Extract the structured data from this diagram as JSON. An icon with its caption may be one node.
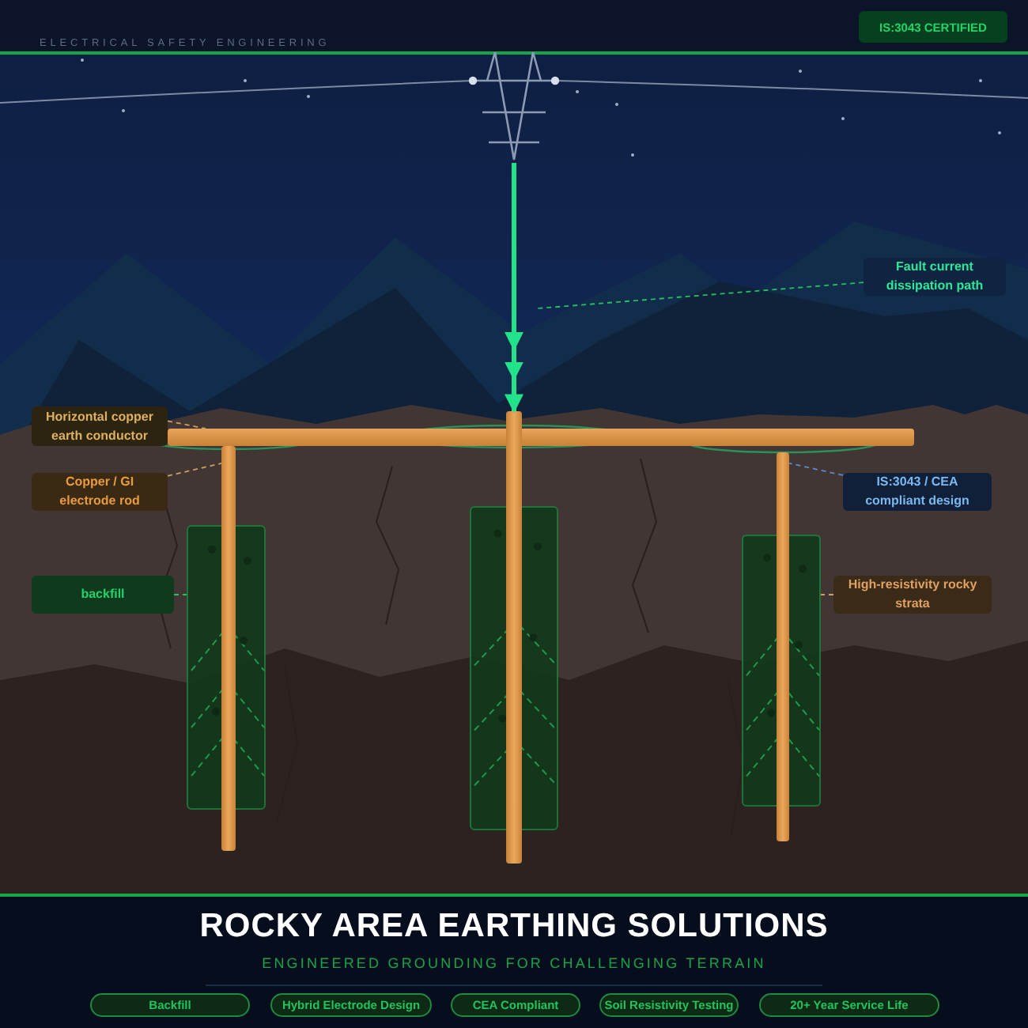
{
  "diagram": {
    "title": "ROCKY AREA EARTHING SOLUTIONS",
    "nodes": [
      {
        "text": [],
        "shape": "picture"
      },
      {
        "text": [],
        "shape": "bar"
      },
      {
        "text": [],
        "shape": "bar"
      },
      {
        "text": [],
        "shape": "bar"
      },
      {
        "text": [],
        "shape": "bar"
      },
      {
        "text": [],
        "shape": "box"
      },
      {
        "text": [],
        "shape": "box"
      },
      {
        "text": [],
        "shape": "box"
      },
      {
        "text": [
          "Horizontal copper earth conductor"
        ]
      },
      {
        "text": [
          "Copper / GI electrode rod"
        ]
      },
      {
        "text": [
          "backfill"
        ]
      },
      {
        "text": [
          "Fault current dissipation path"
        ]
      },
      {
        "text": [
          "IS:3043 / CEA compliant design"
        ]
      },
      {
        "text": [
          "High-resistivity rocky strata"
        ]
      }
    ],
    "edges": [
      {
        "from": 0,
        "to": 3,
        "arrow": "to",
        "color": "#22e38a",
        "style": "thick"
      },
      {
        "from": 8,
        "to": 1,
        "arrow": "none",
        "style": "dashed",
        "color": "#c9a060"
      },
      {
        "from": 9,
        "to": 2,
        "arrow": "none",
        "style": "dashed",
        "color": "#c9a060"
      },
      {
        "from": 10,
        "to": 5,
        "arrow": "none",
        "style": "dashed",
        "color": "#22c060"
      },
      {
        "from": 11,
        "to": null,
        "arrow": "none",
        "style": "dashed",
        "color": "#22c060"
      },
      {
        "from": 12,
        "to": 4,
        "arrow": "none",
        "style": "dashed",
        "color": "#5a8ad0"
      },
      {
        "from": 13,
        "to": 7,
        "arrow": "none",
        "style": "dashed",
        "color": "#c9a060"
      }
    ],
    "labels": [
      "ELECTRICAL SAFETY ENGINEERING",
      "IS:3043 CERTIFIED",
      "ENGINEERED GROUNDING FOR CHALLENGING TERRAIN",
      "Backfill",
      "Hybrid Electrode Design",
      "CEA Compliant",
      "Soil Resistivity Testing",
      "20+ Year Service Life"
    ]
  }
}
